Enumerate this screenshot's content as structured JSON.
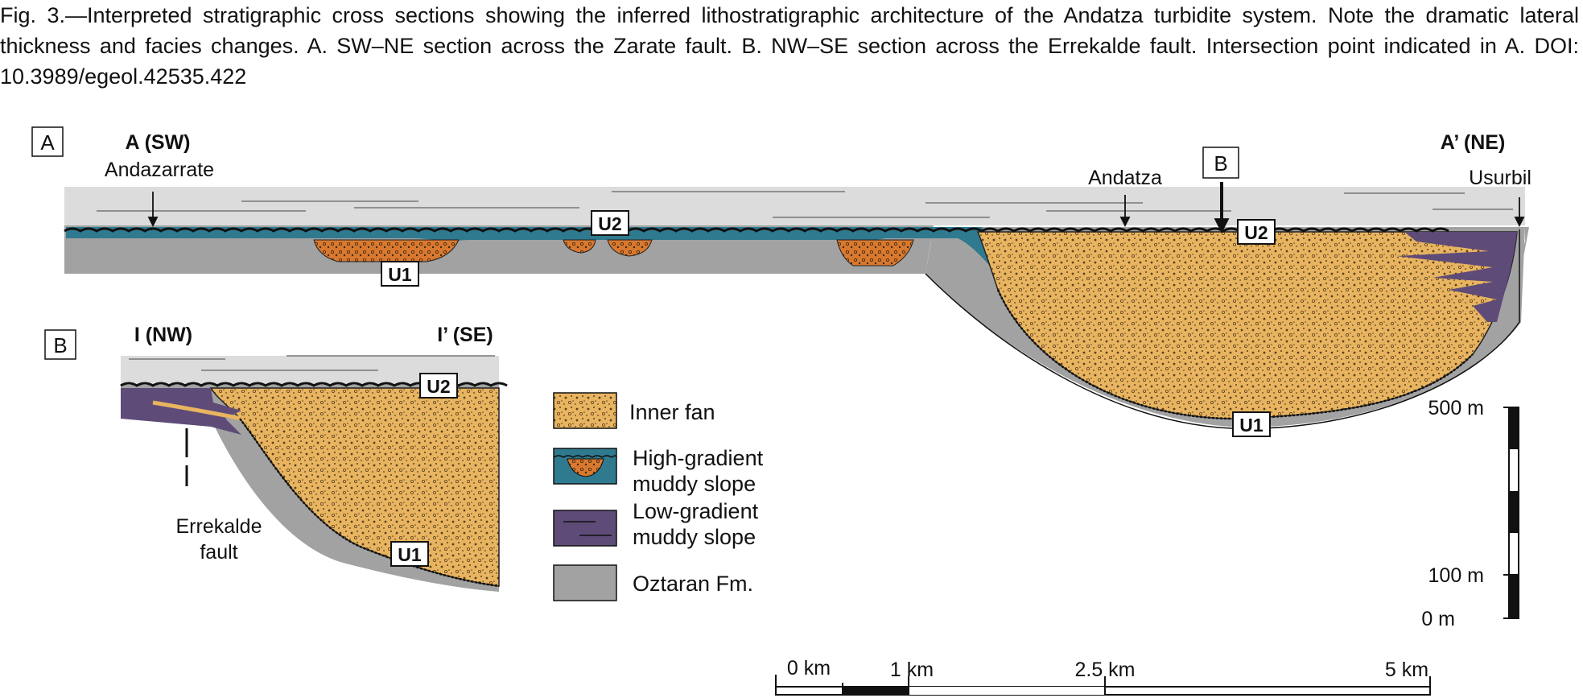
{
  "caption": "Fig. 3.—Interpreted stratigraphic cross sections showing the inferred lithostratigraphic architecture of the Andatza turbidite system. Note the dramatic lateral thickness and facies changes. A. SW–NE section across the Zarate fault. B. NW–SE section across the Errekalde fault. Intersection point indicated in A. DOI: 10.3989/egeol.42535.422",
  "panelA": {
    "panel_label": "A",
    "end_sw": "A (SW)",
    "end_ne": "A’ (NE)",
    "localities": [
      "Andazarrate",
      "Andatza",
      "Usurbil"
    ],
    "intersection_marker": "B",
    "unit_u1": "U1",
    "unit_u2": "U2"
  },
  "panelB": {
    "panel_label": "B",
    "end_nw": "I (NW)",
    "end_se": "I’ (SE)",
    "fault_line1": "Errekalde",
    "fault_line2": "fault",
    "unit_u1": "U1",
    "unit_u2": "U2"
  },
  "legend": [
    {
      "label_lines": [
        "Inner fan"
      ],
      "swatch": "inner-fan",
      "color": "#e8b460"
    },
    {
      "label_lines": [
        "High-gradient",
        "muddy slope"
      ],
      "swatch": "high-gradient",
      "color": "#2f7a8e"
    },
    {
      "label_lines": [
        "Low-gradient",
        "muddy slope"
      ],
      "swatch": "low-gradient",
      "color": "#5e4b78"
    },
    {
      "label_lines": [
        "Oztaran Fm."
      ],
      "swatch": "oztaran",
      "color": "#a2a2a2"
    }
  ],
  "vertical_scale": {
    "labels": [
      "500 m",
      "100 m",
      "0 m"
    ]
  },
  "horizontal_scale": {
    "labels": [
      "0 km",
      "1 km",
      "2.5 km",
      "5 km"
    ]
  },
  "colors": {
    "cover": "#dcdcdc",
    "channel_fill": "#d9782f",
    "line": "#111111"
  }
}
